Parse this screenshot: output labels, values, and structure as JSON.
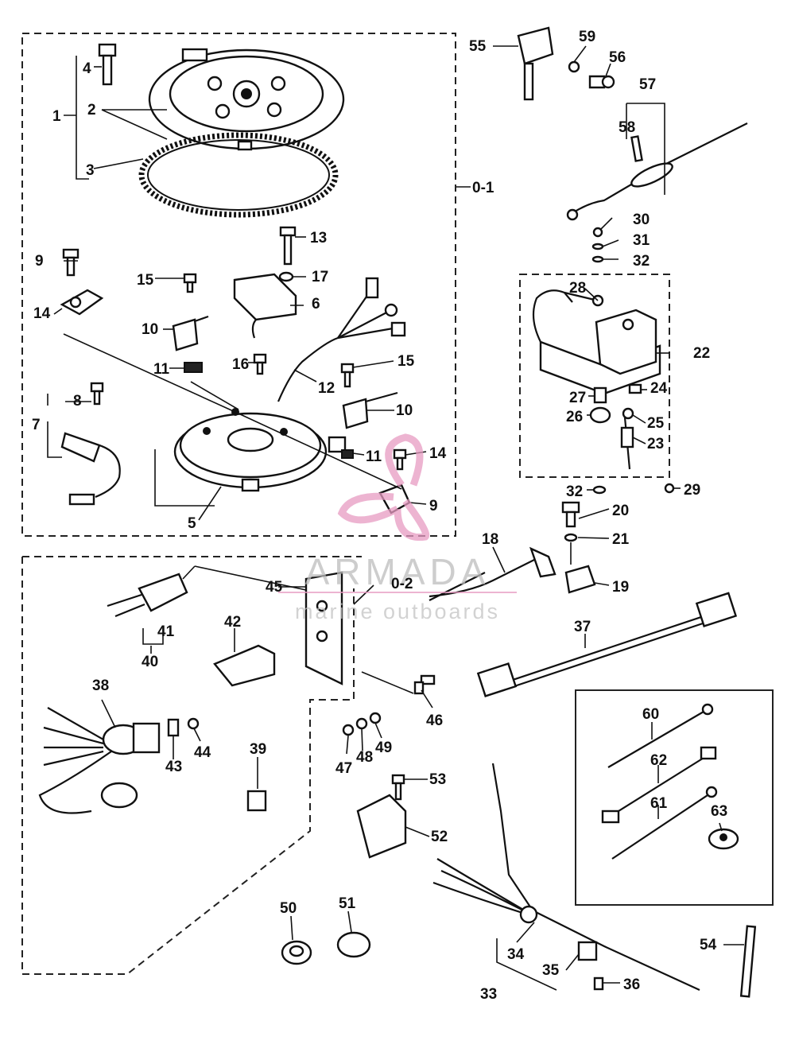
{
  "watermark": {
    "brand": "ARMADA",
    "tagline": "marine outboards",
    "accent_color": "#e79bc2"
  },
  "callouts": {
    "c1": "1",
    "c2": "2",
    "c3": "3",
    "c4": "4",
    "c5": "5",
    "c6": "6",
    "c7": "7",
    "c8": "8",
    "c9a": "9",
    "c9b": "9",
    "c10a": "10",
    "c10b": "10",
    "c11a": "11",
    "c11b": "11",
    "c12": "12",
    "c13": "13",
    "c14a": "14",
    "c14b": "14",
    "c15a": "15",
    "c15b": "15",
    "c16": "16",
    "c17": "17",
    "c18": "18",
    "c19": "19",
    "c20": "20",
    "c21": "21",
    "c22": "22",
    "c23": "23",
    "c24": "24",
    "c25": "25",
    "c26": "26",
    "c27": "27",
    "c28": "28",
    "c29": "29",
    "c30": "30",
    "c31": "31",
    "c32a": "32",
    "c32b": "32",
    "c33": "33",
    "c34": "34",
    "c35": "35",
    "c36": "36",
    "c37": "37",
    "c38": "38",
    "c39": "39",
    "c40": "40",
    "c41": "41",
    "c42": "42",
    "c43": "43",
    "c44": "44",
    "c45": "45",
    "c46": "46",
    "c47": "47",
    "c48": "48",
    "c49": "49",
    "c50": "50",
    "c51": "51",
    "c52": "52",
    "c53": "53",
    "c54": "54",
    "c55": "55",
    "c56": "56",
    "c57": "57",
    "c58": "58",
    "c59": "59",
    "c60": "60",
    "c61": "61",
    "c62": "62",
    "c63": "63",
    "c01": "0-1",
    "c02": "0-2"
  }
}
